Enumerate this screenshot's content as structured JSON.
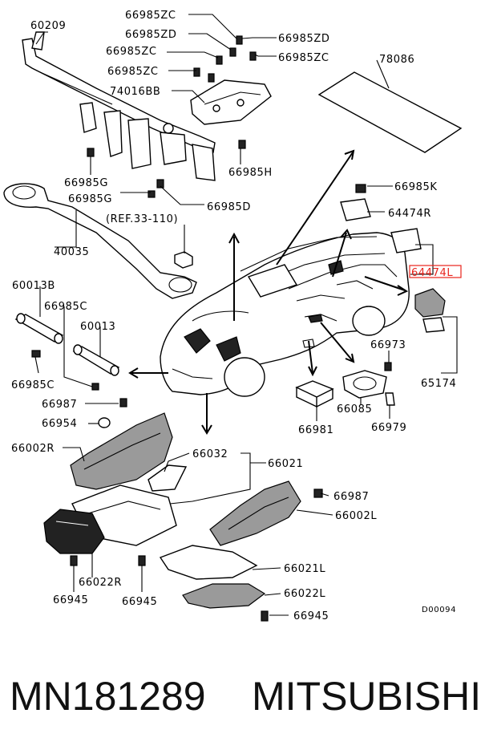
{
  "labels": {
    "l60209": "60209",
    "l66985zc_a": "66985ZC",
    "l66985zd_a": "66985ZD",
    "l66985zd_b": "66985ZD",
    "l66985zc_b": "66985ZC",
    "l66985zc_c": "66985ZC",
    "l66985zc_d": "66985ZC",
    "l74016bb": "74016BB",
    "l78086": "78086",
    "l66985g_a": "66985G",
    "l66985h": "66985H",
    "l66985g_b": "66985G",
    "l66985d": "66985D",
    "lref": "(REF.33-110)",
    "l40035": "40035",
    "l66985k": "66985K",
    "l64474r": "64474R",
    "l64474l": "64474L",
    "l60013b": "60013B",
    "l66985c_a": "66985C",
    "l60013": "60013",
    "l66985c_b": "66985C",
    "l66973": "66973",
    "l65174": "65174",
    "l66987_a": "66987",
    "l66954": "66954",
    "l66981": "66981",
    "l66085": "66085",
    "l66979": "66979",
    "l66002r": "66002R",
    "l66032": "66032",
    "l66021": "66021",
    "l66987_b": "66987",
    "l66002l": "66002L",
    "l66022r": "66022R",
    "l66021l": "66021L",
    "l66945_a": "66945",
    "l66945_b": "66945",
    "l66022l": "66022L",
    "l66945_c": "66945",
    "ld00094": "D00094"
  },
  "highlight_color": "#e8231c",
  "footer": {
    "part_number": "MN181289",
    "brand": "MITSUBISHI"
  }
}
